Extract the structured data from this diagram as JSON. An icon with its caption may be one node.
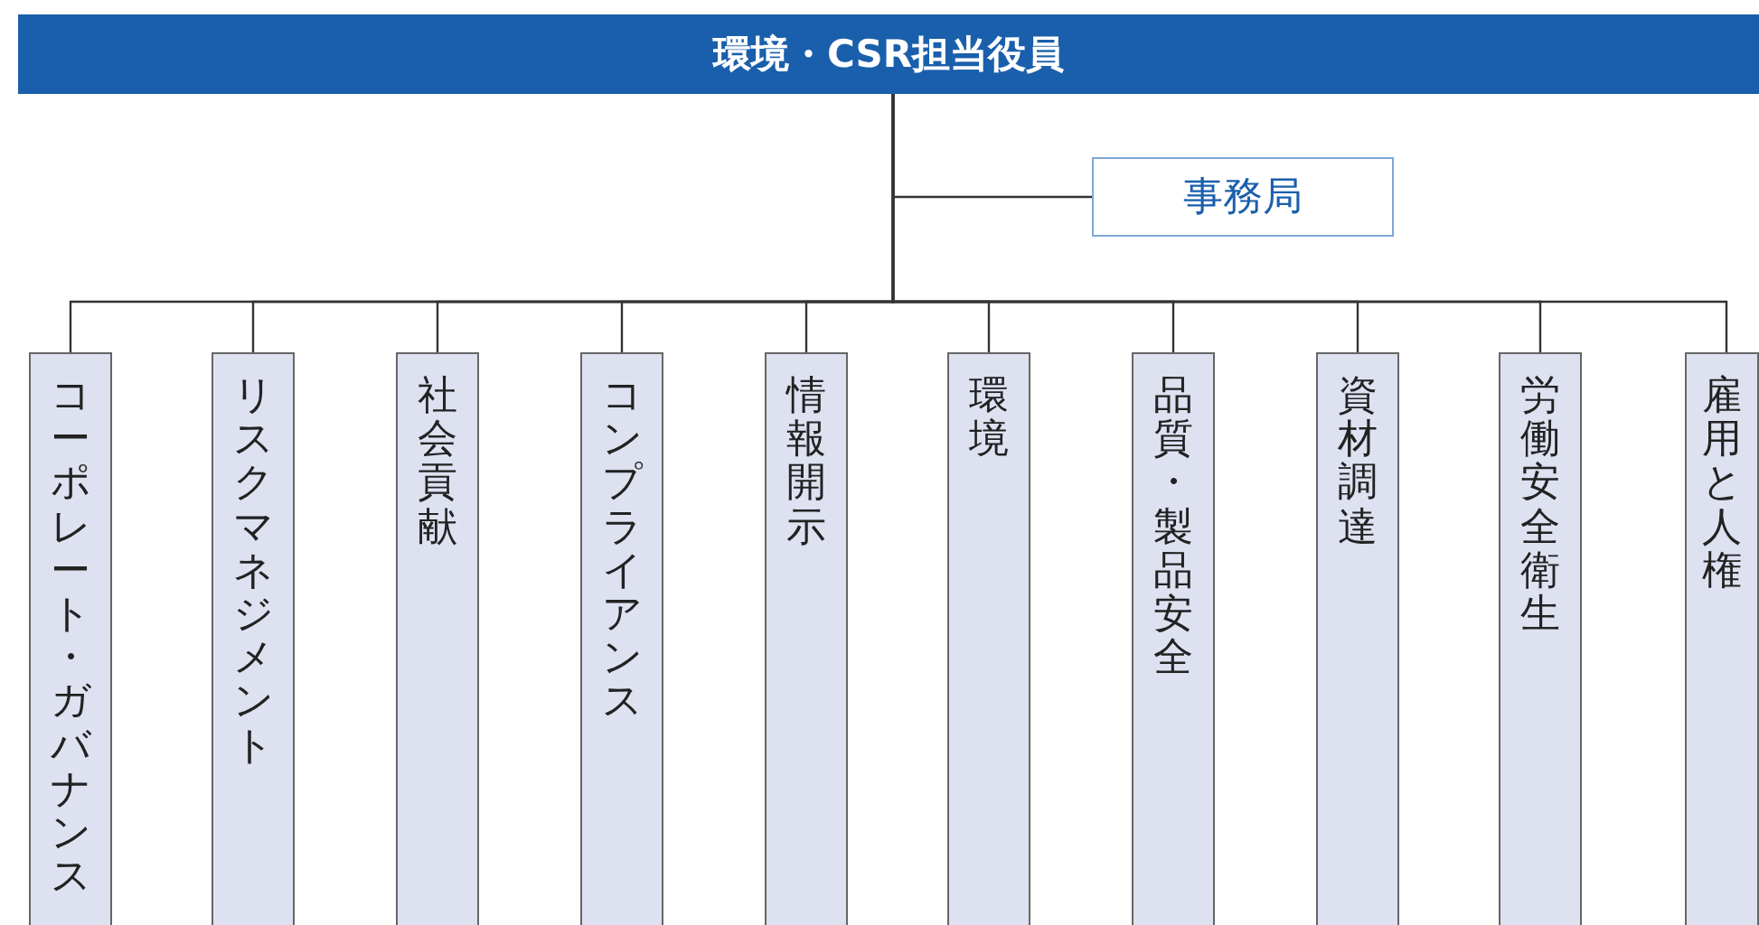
{
  "diagram": {
    "nodes": [
      {
        "text": [
          "環境・CSR担当役員"
        ]
      },
      {
        "text": [
          "事務局"
        ]
      },
      {
        "text": [
          "コーポレート・ガバナンス"
        ]
      },
      {
        "text": [
          "リスクマネジメント"
        ]
      },
      {
        "text": [
          "社会貢献"
        ]
      },
      {
        "text": [
          "コンプライアンス"
        ]
      },
      {
        "text": [
          "情報開示"
        ]
      },
      {
        "text": [
          "環境"
        ]
      },
      {
        "text": [
          "品質・製品安全"
        ]
      },
      {
        "text": [
          "資材調達"
        ]
      },
      {
        "text": [
          "労働安全衛生"
        ]
      },
      {
        "text": [
          "雇用と人権"
        ]
      }
    ],
    "edges": [
      {
        "from": 0,
        "to": 1,
        "arrow": "none"
      },
      {
        "from": 0,
        "to": 2,
        "arrow": "none"
      },
      {
        "from": 0,
        "to": 3,
        "arrow": "none"
      },
      {
        "from": 0,
        "to": 4,
        "arrow": "none"
      },
      {
        "from": 0,
        "to": 5,
        "arrow": "none"
      },
      {
        "from": 0,
        "to": 6,
        "arrow": "none"
      },
      {
        "from": 0,
        "to": 7,
        "arrow": "none"
      },
      {
        "from": 0,
        "to": 8,
        "arrow": "none"
      },
      {
        "from": 0,
        "to": 9,
        "arrow": "none"
      },
      {
        "from": 0,
        "to": 10,
        "arrow": "none"
      },
      {
        "from": 0,
        "to": 11,
        "arrow": "none"
      }
    ]
  }
}
